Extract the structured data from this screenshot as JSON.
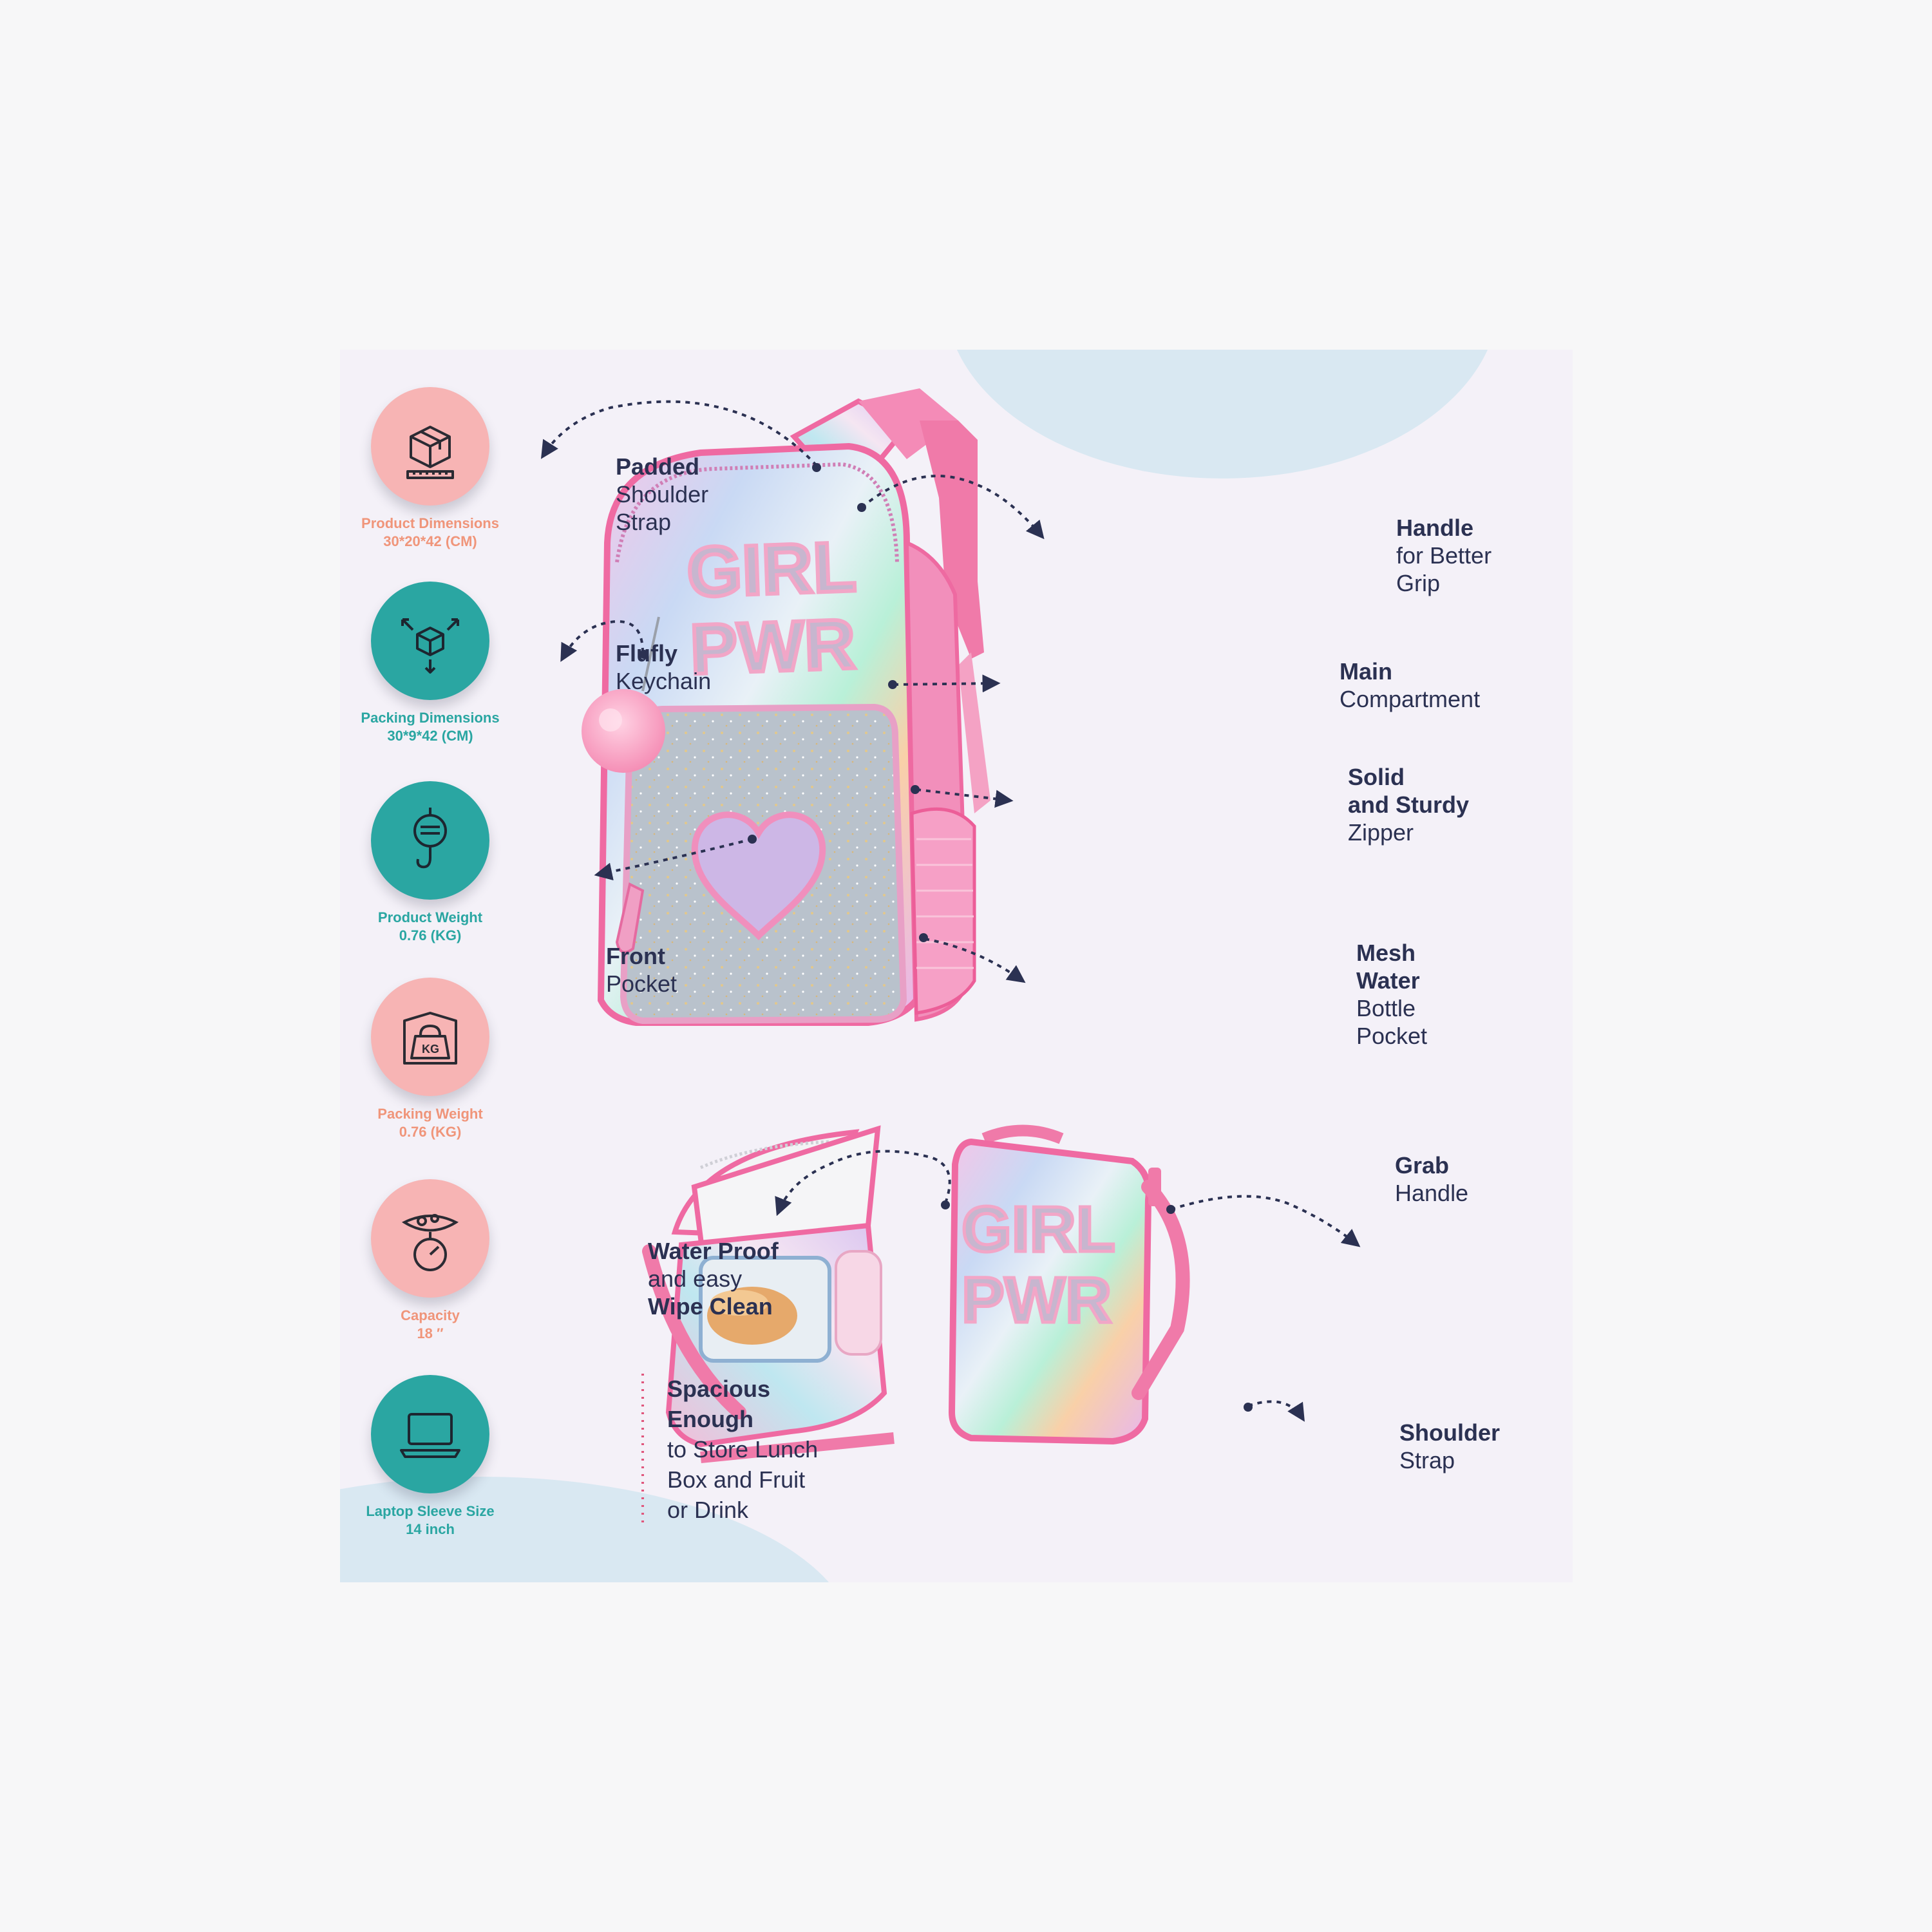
{
  "specs": [
    {
      "label": "Product Dimensions",
      "value": "30*20*42 (CM)",
      "icon": "box-ruler-icon",
      "tone": "pink"
    },
    {
      "label": "Packing Dimensions",
      "value": "30*9*42 (CM)",
      "icon": "box-arrows-icon",
      "tone": "teal"
    },
    {
      "label": "Product Weight",
      "value": "0.76 (KG)",
      "icon": "hanging-scale-icon",
      "tone": "teal"
    },
    {
      "label": "Packing Weight",
      "value": "0.76 (KG)",
      "icon": "kg-weight-icon",
      "tone": "pink"
    },
    {
      "label": "Capacity",
      "value": "18 ″",
      "icon": "scale-gauge-icon",
      "tone": "pink"
    },
    {
      "label": "Laptop Sleeve Size",
      "value": "14 inch",
      "icon": "laptop-icon",
      "tone": "teal"
    }
  ],
  "callouts": {
    "padded": {
      "bold": "Padded",
      "rest": [
        "Shoulder",
        "Strap"
      ]
    },
    "handle": {
      "bold": "Handle",
      "rest": [
        "for Better",
        "Grip"
      ]
    },
    "keychain": {
      "bold": "Flufly",
      "rest": [
        "Keychain"
      ]
    },
    "main": {
      "bold": "Main",
      "rest": [
        "Compartment"
      ]
    },
    "zipper": {
      "bold1": "Solid",
      "bold2": "and Sturdy",
      "rest": [
        "Zipper"
      ]
    },
    "front": {
      "bold": "Front",
      "rest": [
        "Pocket"
      ]
    },
    "mesh": {
      "bold1": "Mesh",
      "bold2": "Water",
      "rest": [
        "Bottle",
        "Pocket"
      ]
    },
    "waterproof": {
      "line1": "Water Proof",
      "line2": "and easy",
      "line3": "Wipe Clean"
    },
    "grab": {
      "bold": "Grab",
      "rest": [
        "Handle"
      ]
    },
    "spacious": {
      "bold1": "Spacious",
      "bold2": "Enough",
      "rest": [
        "to Store Lunch",
        "Box and Fruit",
        "or Drink"
      ]
    },
    "shoulder": {
      "bold": "Shoulder",
      "rest": [
        "Strap"
      ]
    }
  },
  "product": {
    "backpack_text": [
      "GIRL",
      "PWR"
    ],
    "lunchbox_text": [
      "GIRL",
      "PWR"
    ]
  },
  "colors": {
    "pink": "#f7b4b4",
    "teal": "#2aa6a2",
    "navy": "#2b3152",
    "hot_pink": "#f0619a"
  }
}
